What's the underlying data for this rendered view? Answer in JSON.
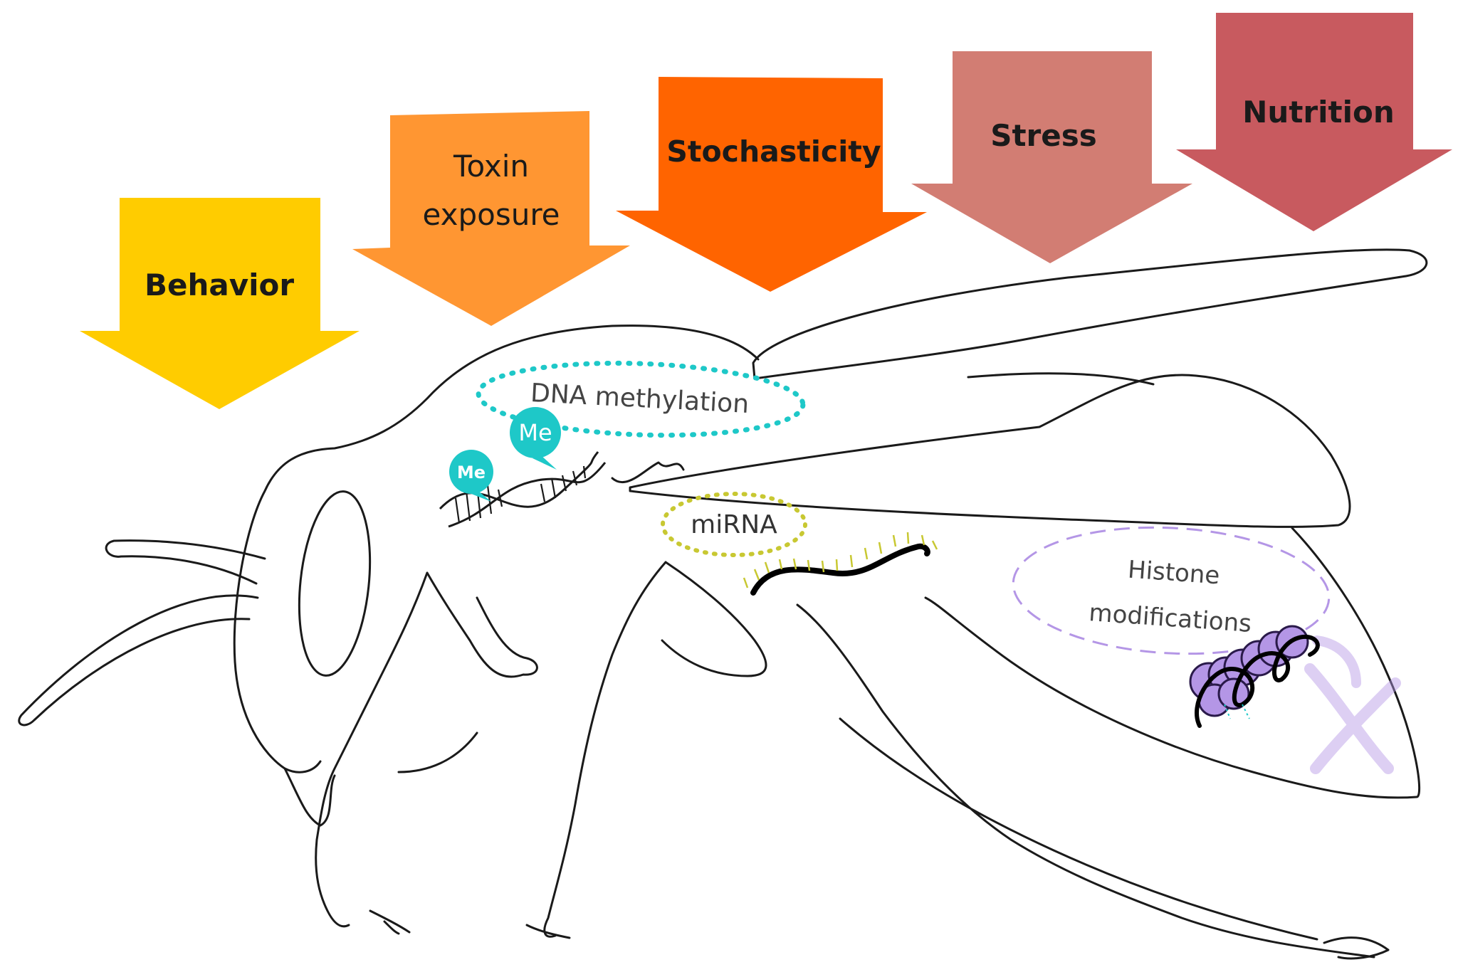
{
  "factors": [
    {
      "id": "behavior",
      "lines": [
        "Behavior"
      ],
      "color": "#FFCC00"
    },
    {
      "id": "toxin",
      "lines": [
        "Toxin",
        "exposure"
      ],
      "color": "#FF9632"
    },
    {
      "id": "stochasticity",
      "lines": [
        "Stochasticity"
      ],
      "color": "#FF6400"
    },
    {
      "id": "stress",
      "lines": [
        "Stress"
      ],
      "color": "#D27D73"
    },
    {
      "id": "nutrition",
      "lines": [
        "Nutrition"
      ],
      "color": "#C85A5F"
    }
  ],
  "mechanisms": {
    "dna_methylation": {
      "label": "DNA methylation",
      "color": "#1EC8C8",
      "tag": "Me"
    },
    "mirna": {
      "label": "miRNA",
      "color": "#C8C832"
    },
    "histone": {
      "lines": [
        "Histone",
        "modifications"
      ],
      "color": "#B496E6"
    }
  }
}
